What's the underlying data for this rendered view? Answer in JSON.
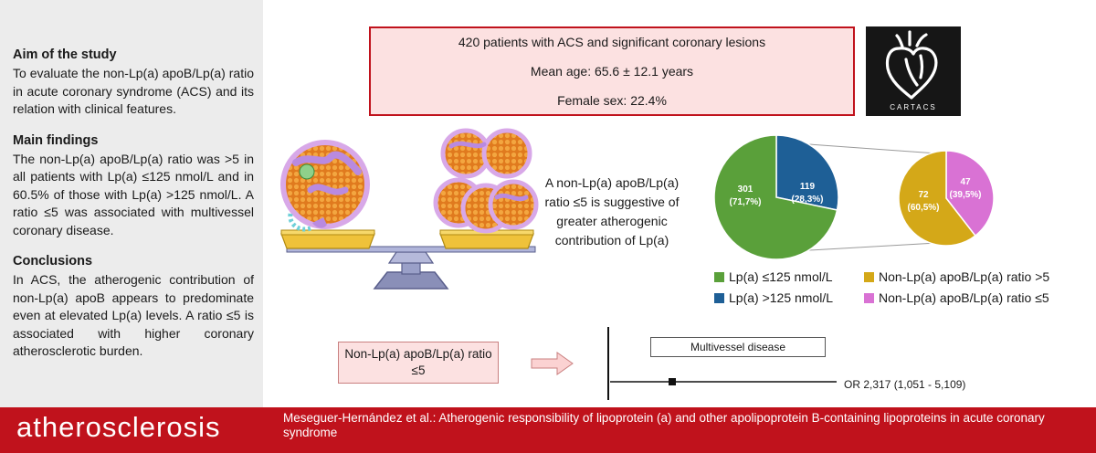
{
  "left": {
    "aim_title": "Aim of the study",
    "aim_text": "To evaluate the non-Lp(a) apoB/Lp(a) ratio in acute coronary syndrome (ACS) and its relation with clinical features.",
    "findings_title": "Main findings",
    "findings_text": "The non-Lp(a) apoB/Lp(a) ratio was >5 in all patients with Lp(a) ≤125 nmol/L and in 60.5% of those with Lp(a) >125 nmol/L. A ratio ≤5 was associated with multivessel coronary disease.",
    "conclusions_title": "Conclusions",
    "conclusions_text": "In ACS, the atherogenic contribution of non-Lp(a) apoB appears to predominate even at elevated Lp(a) levels. A ratio ≤5 is associated with higher coronary atherosclerotic burden."
  },
  "infobox": {
    "line1": "420 patients with ACS and significant coronary lesions",
    "line2": "Mean age: 65.6 ± 12.1 years",
    "line3": "Female sex: 22.4%"
  },
  "logo": {
    "text": "CARTACS",
    "icon": "anatomical-heart-icon"
  },
  "claim": "A non-Lp(a) apoB/Lp(a) ratio ≤5 is suggestive of greater atherogenic contribution of Lp(a)",
  "pie1": {
    "slice_a": {
      "count": "301",
      "pct": "(71,7%)",
      "value": 71.7,
      "color": "#5aa03a"
    },
    "slice_b": {
      "count": "119",
      "pct": "(28,3%)",
      "value": 28.3,
      "color": "#1e5f96"
    }
  },
  "pie2": {
    "slice_a": {
      "count": "72",
      "pct": "(60,5%)",
      "value": 60.5,
      "color": "#d4a818"
    },
    "slice_b": {
      "count": "47",
      "pct": "(39,5%)",
      "value": 39.5,
      "color": "#d972d4"
    }
  },
  "legend": [
    {
      "label": "Lp(a) ≤125 nmol/L",
      "color": "#5aa03a"
    },
    {
      "label": "Lp(a) >125 nmol/L",
      "color": "#1e5f96"
    },
    {
      "label": "Non-Lp(a) apoB/Lp(a) ratio >5",
      "color": "#d4a818"
    },
    {
      "label": "Non-Lp(a) apoB/Lp(a) ratio ≤5",
      "color": "#d972d4"
    }
  ],
  "ratio_box": "Non-Lp(a) apoB/Lp(a) ratio ≤5",
  "forest": {
    "title": "Multivessel disease",
    "or_label": "OR 2,317 (1,051 - 5,109)"
  },
  "footer": {
    "journal": "atherosclerosis",
    "citation": "Meseguer-Hernández et al.: Atherogenic responsibility of lipoprotein (a) and other apolipoprotein B-containing lipoproteins in acute coronary syndrome"
  },
  "colors": {
    "accent_red": "#c0121c",
    "pink_bg": "#fce1e1",
    "panel_grey": "#ececec"
  }
}
